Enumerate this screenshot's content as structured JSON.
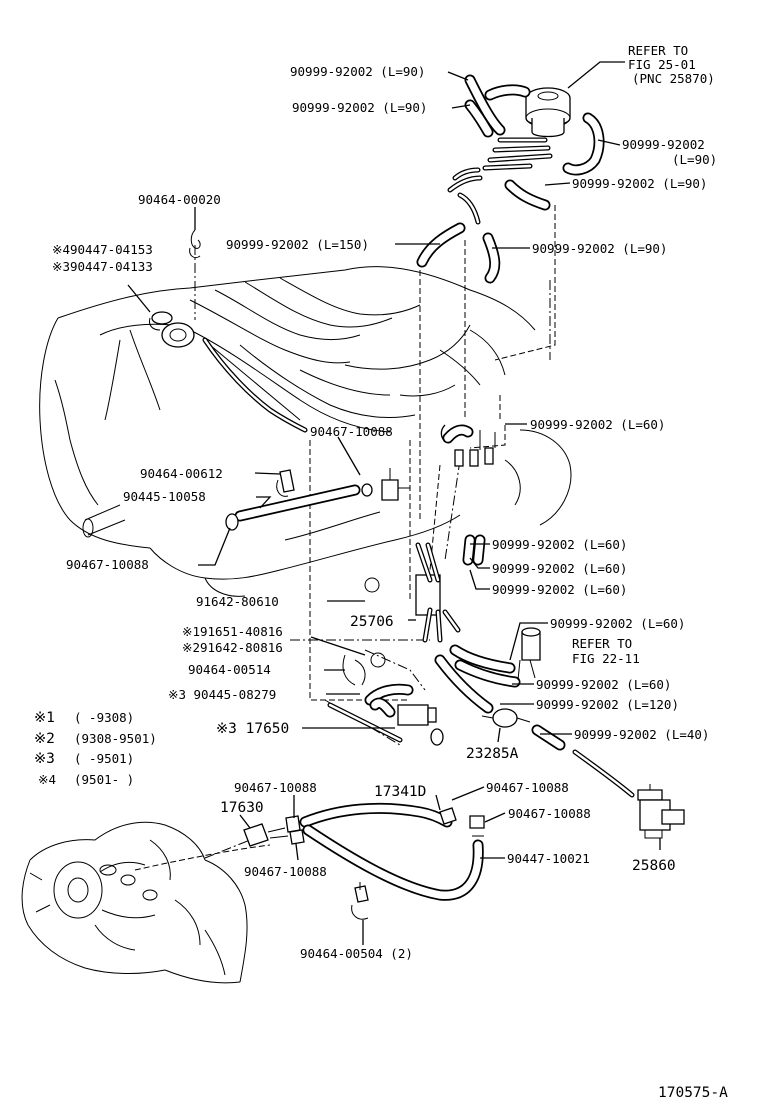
{
  "diagram_id": "170575-A",
  "notes": [
    {
      "mark": "※1",
      "range": "(     -9308)"
    },
    {
      "mark": "※2",
      "range": "(9308-9501)"
    },
    {
      "mark": "※3",
      "range": "(     -9501)"
    },
    {
      "mark": "※4",
      "range": "(9501-      )"
    }
  ],
  "labels": {
    "refer_fig_25_01_a": "REFER TO",
    "refer_fig_25_01_b": "FIG 25-01",
    "refer_fig_25_01_c": "(PNC 25870)",
    "hose_l90_a": "90999-92002 (L=90)",
    "hose_l90_b": "90999-92002 (L=90)",
    "hose_l90_c": "90999-92002",
    "hose_l90_c2": "(L=90)",
    "hose_l90_d": "90999-92002 (L=90)",
    "hose_l150": "90999-92002 (L=150)",
    "hose_l90_e": "90999-92002 (L=90)",
    "clip_00020": "90464-00020",
    "gasket_04153": "※490447-04153",
    "gasket_04133": "※390447-04133",
    "clamp_10088_a": "90467-10088",
    "hose_l60_a": "90999-92002 (L=60)",
    "clip_00612": "90464-00612",
    "hose_10058": "90445-10058",
    "clamp_10088_b": "90467-10088",
    "hose_l60_b": "90999-92002 (L=60)",
    "hose_l60_c": "90999-92002 (L=60)",
    "hose_l60_d": "90999-92002 (L=60)",
    "plug_80610": "91642-80610",
    "part_25706": "25706",
    "hose_l60_e": "90999-92002 (L=60)",
    "refer_fig_22_11_a": "REFER TO",
    "refer_fig_22_11_b": "FIG 22-11",
    "plug_40816_1": "※191651-40816",
    "plug_80816_2": "※291642-80816",
    "clip_00514": "90464-00514",
    "hose_08279": "※3 90445-08279",
    "hose_l60_f": "90999-92002 (L=60)",
    "hose_l120": "90999-92002 (L=120)",
    "valve_17650": "※3 17650",
    "hose_l40": "90999-92002 (L=40)",
    "filter_23285a": "23285A",
    "clamp_10088_c": "90467-10088",
    "hose_17341d": "17341D",
    "clamp_10088_d": "90467-10088",
    "clamp_10088_e": "90467-10088",
    "sensor_17630": "17630",
    "hose_10021": "90447-10021",
    "clamp_10088_f": "90467-10088",
    "vsv_25860": "25860",
    "clip_00504": "90464-00504 (2)"
  }
}
